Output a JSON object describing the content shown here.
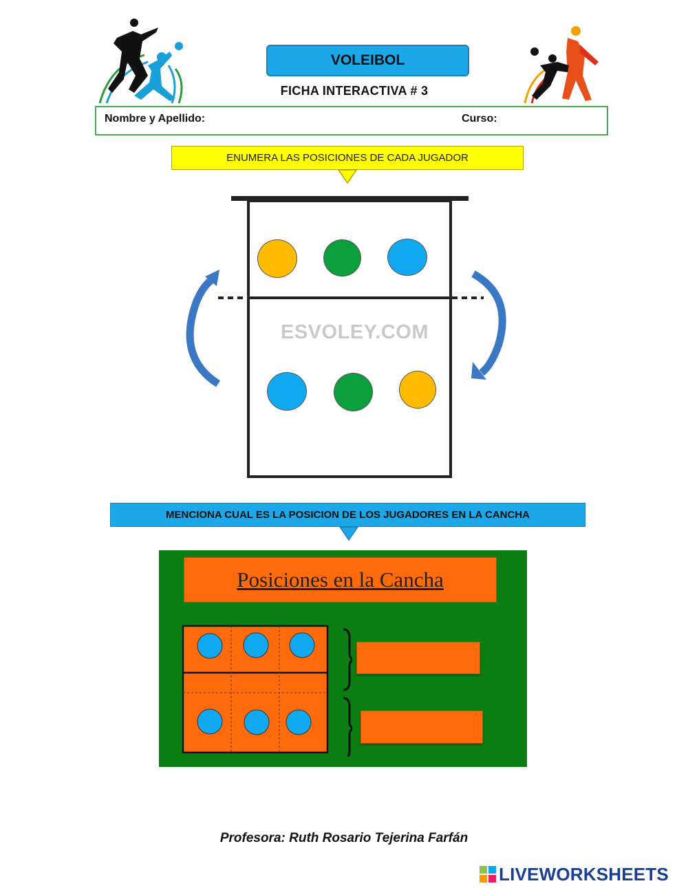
{
  "header": {
    "title": "VOLEIBOL",
    "subtitle": "FICHA INTERACTIVA # 3",
    "name_label": "Nombre y Apellido:",
    "course_label": "Curso:",
    "name_value": "",
    "course_value": ""
  },
  "section1": {
    "instruction": "ENUMERA LAS POSICIONES DE CADA JUGADOR",
    "watermark": "ESVOLEY.COM",
    "players": [
      {
        "row": "front",
        "color": "#ffbb00"
      },
      {
        "row": "front",
        "color": "#0a9e3c"
      },
      {
        "row": "front",
        "color": "#10a8ee"
      },
      {
        "row": "back",
        "color": "#10a8ee"
      },
      {
        "row": "back",
        "color": "#0a9e3c"
      },
      {
        "row": "back",
        "color": "#ffbb00"
      }
    ],
    "position_answers": [
      "",
      "",
      "",
      "",
      "",
      ""
    ]
  },
  "section2": {
    "instruction": "MENCIONA CUAL ES LA POSICION DE LOS JUGADORES EN LA CANCHA",
    "panel_title": "Posiciones en la Cancha",
    "answer_front": "",
    "answer_back": ""
  },
  "footer": {
    "teacher": "Profesora: Ruth Rosario Tejerina Farfán",
    "brand": "LIVEWORKSHEETS"
  },
  "colors": {
    "blue": "#1ba7e8",
    "yellow": "#ffff00",
    "orange": "#fd6b0c",
    "green": "#0a7e12"
  }
}
